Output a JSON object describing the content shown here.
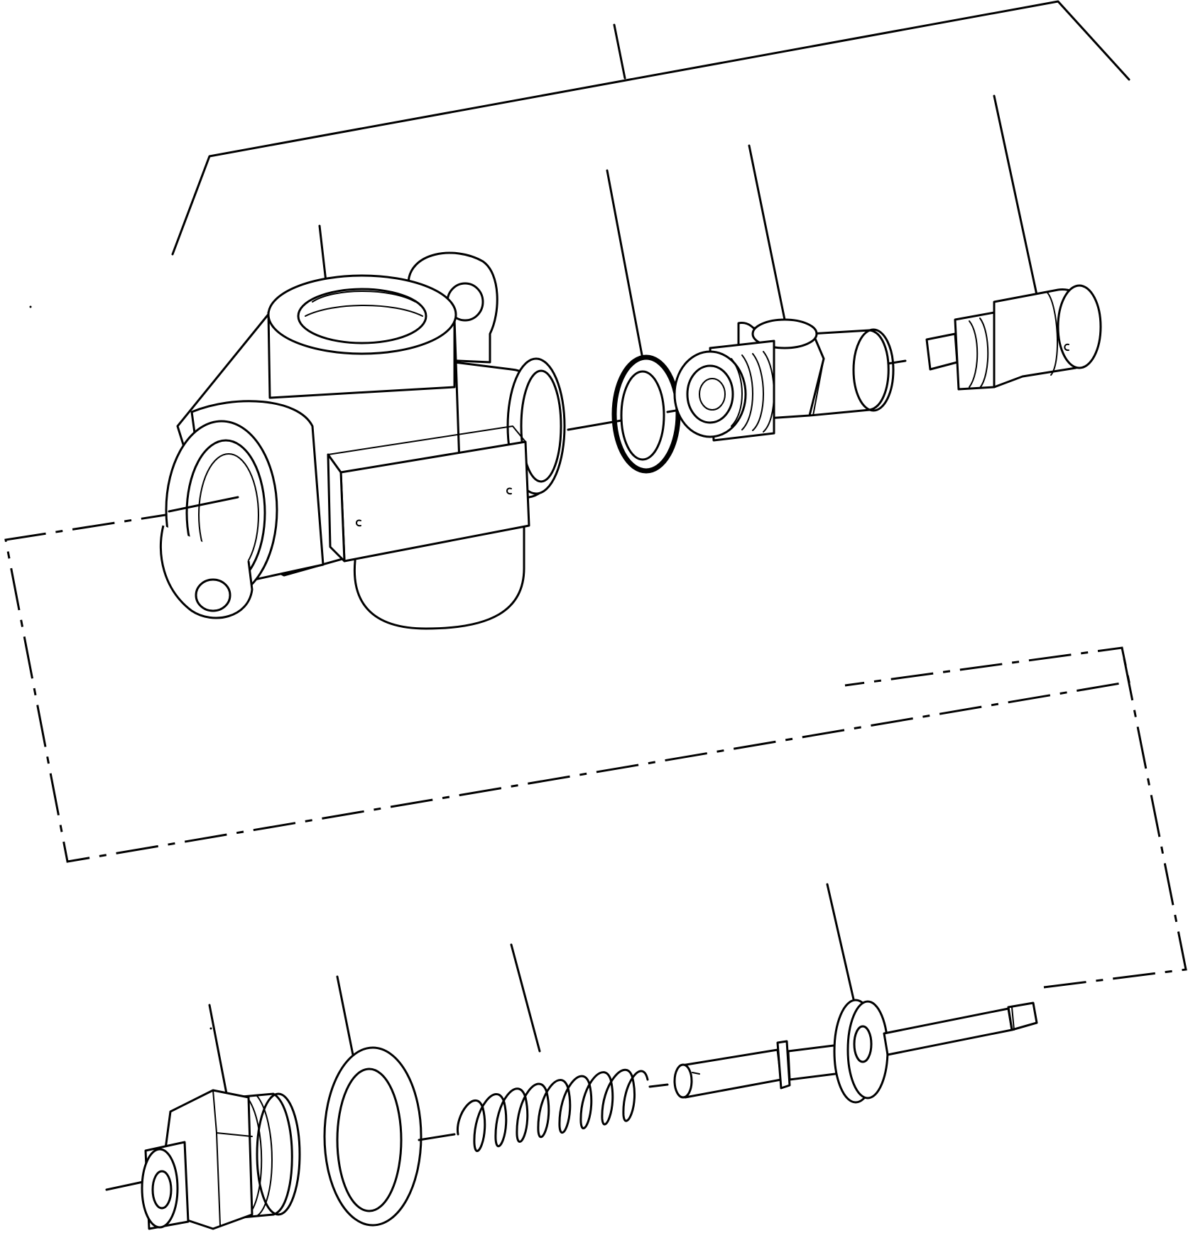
{
  "figure": {
    "background": "#ffffff",
    "line_color": "#000000"
  },
  "parts": [
    {
      "id": "valve-body",
      "icon": "valve-body-casting"
    },
    {
      "id": "snap-ring",
      "icon": "split-ring"
    },
    {
      "id": "threaded-plug",
      "icon": "threaded-plug"
    },
    {
      "id": "adjusting-screw",
      "icon": "adjusting-screw"
    },
    {
      "id": "end-plug",
      "icon": "hex-plug"
    },
    {
      "id": "seal-washer",
      "icon": "washer"
    },
    {
      "id": "spring",
      "icon": "coil-spring"
    },
    {
      "id": "valve-stem",
      "icon": "valve-stem-with-disc"
    }
  ]
}
